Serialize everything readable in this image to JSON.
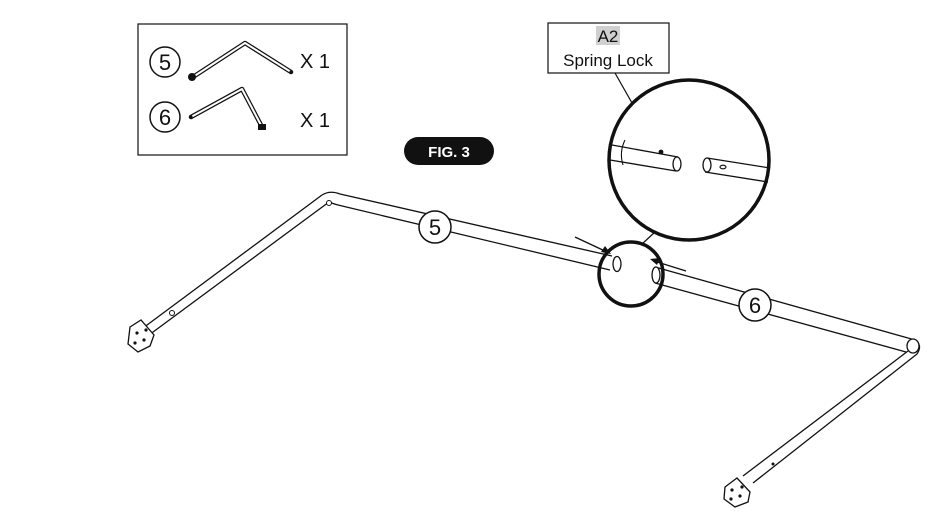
{
  "parts_box": {
    "items": [
      {
        "number": "5",
        "quantity": "X 1"
      },
      {
        "number": "6",
        "quantity": "X 1"
      }
    ]
  },
  "figure_label": "FIG. 3",
  "callout": {
    "code": "A2",
    "name": "Spring Lock"
  },
  "assembly_labels": {
    "tube_5": "5",
    "tube_6": "6"
  },
  "colors": {
    "line": "#111111",
    "callout_highlight": "#d0d0d0",
    "fig_badge": "#111111"
  }
}
